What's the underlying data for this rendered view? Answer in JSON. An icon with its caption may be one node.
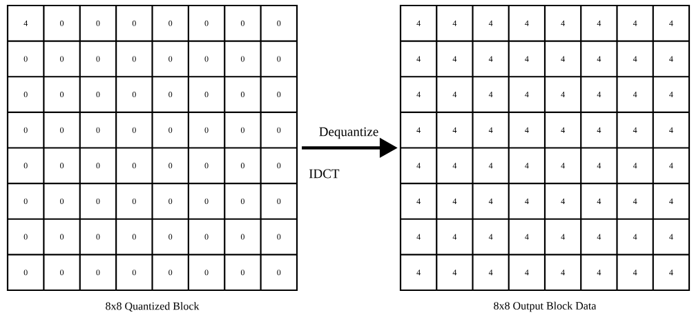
{
  "diagram": {
    "nodes": [
      {
        "text": [],
        "shape": "box",
        "beside": [
          "8x8 Quantized Block"
        ]
      },
      {
        "text": [],
        "shape": "box",
        "beside": [
          "8x8 Output Block Data"
        ]
      }
    ],
    "edges": [
      {
        "from": 0,
        "to": 1,
        "arrow": "to",
        "label": "Dequantize"
      }
    ],
    "labels": [
      "4",
      "0",
      "0",
      "0",
      "0",
      "0",
      "0",
      "0",
      "0",
      "0",
      "0",
      "0",
      "0",
      "0",
      "0",
      "0",
      "0",
      "0",
      "0",
      "0",
      "0",
      "0",
      "0",
      "0",
      "0",
      "0",
      "0",
      "0",
      "0",
      "0",
      "0",
      "0",
      "0",
      "0",
      "0",
      "0",
      "0",
      "0",
      "0",
      "0",
      "0",
      "0",
      "0",
      "0",
      "0",
      "0",
      "0",
      "0",
      "0",
      "0",
      "0",
      "0",
      "0",
      "0",
      "0",
      "0",
      "0",
      "0",
      "0",
      "0",
      "0",
      "0",
      "0",
      "0",
      "4",
      "4",
      "4",
      "4",
      "4",
      "4",
      "4",
      "4",
      "4",
      "4",
      "4",
      "4",
      "4",
      "4",
      "4",
      "4",
      "4",
      "4",
      "4",
      "4",
      "4",
      "4",
      "4",
      "4",
      "4",
      "4",
      "4",
      "4",
      "4",
      "4",
      "4",
      "4",
      "4",
      "4",
      "4",
      "4",
      "4",
      "4",
      "4",
      "4",
      "4",
      "4",
      "4",
      "4",
      "4",
      "4",
      "4",
      "4",
      "4",
      "4",
      "4",
      "4",
      "4",
      "4",
      "4",
      "4",
      "4",
      "4",
      "4",
      "4",
      "4",
      "4",
      "4",
      "4",
      "IDCT"
    ]
  }
}
